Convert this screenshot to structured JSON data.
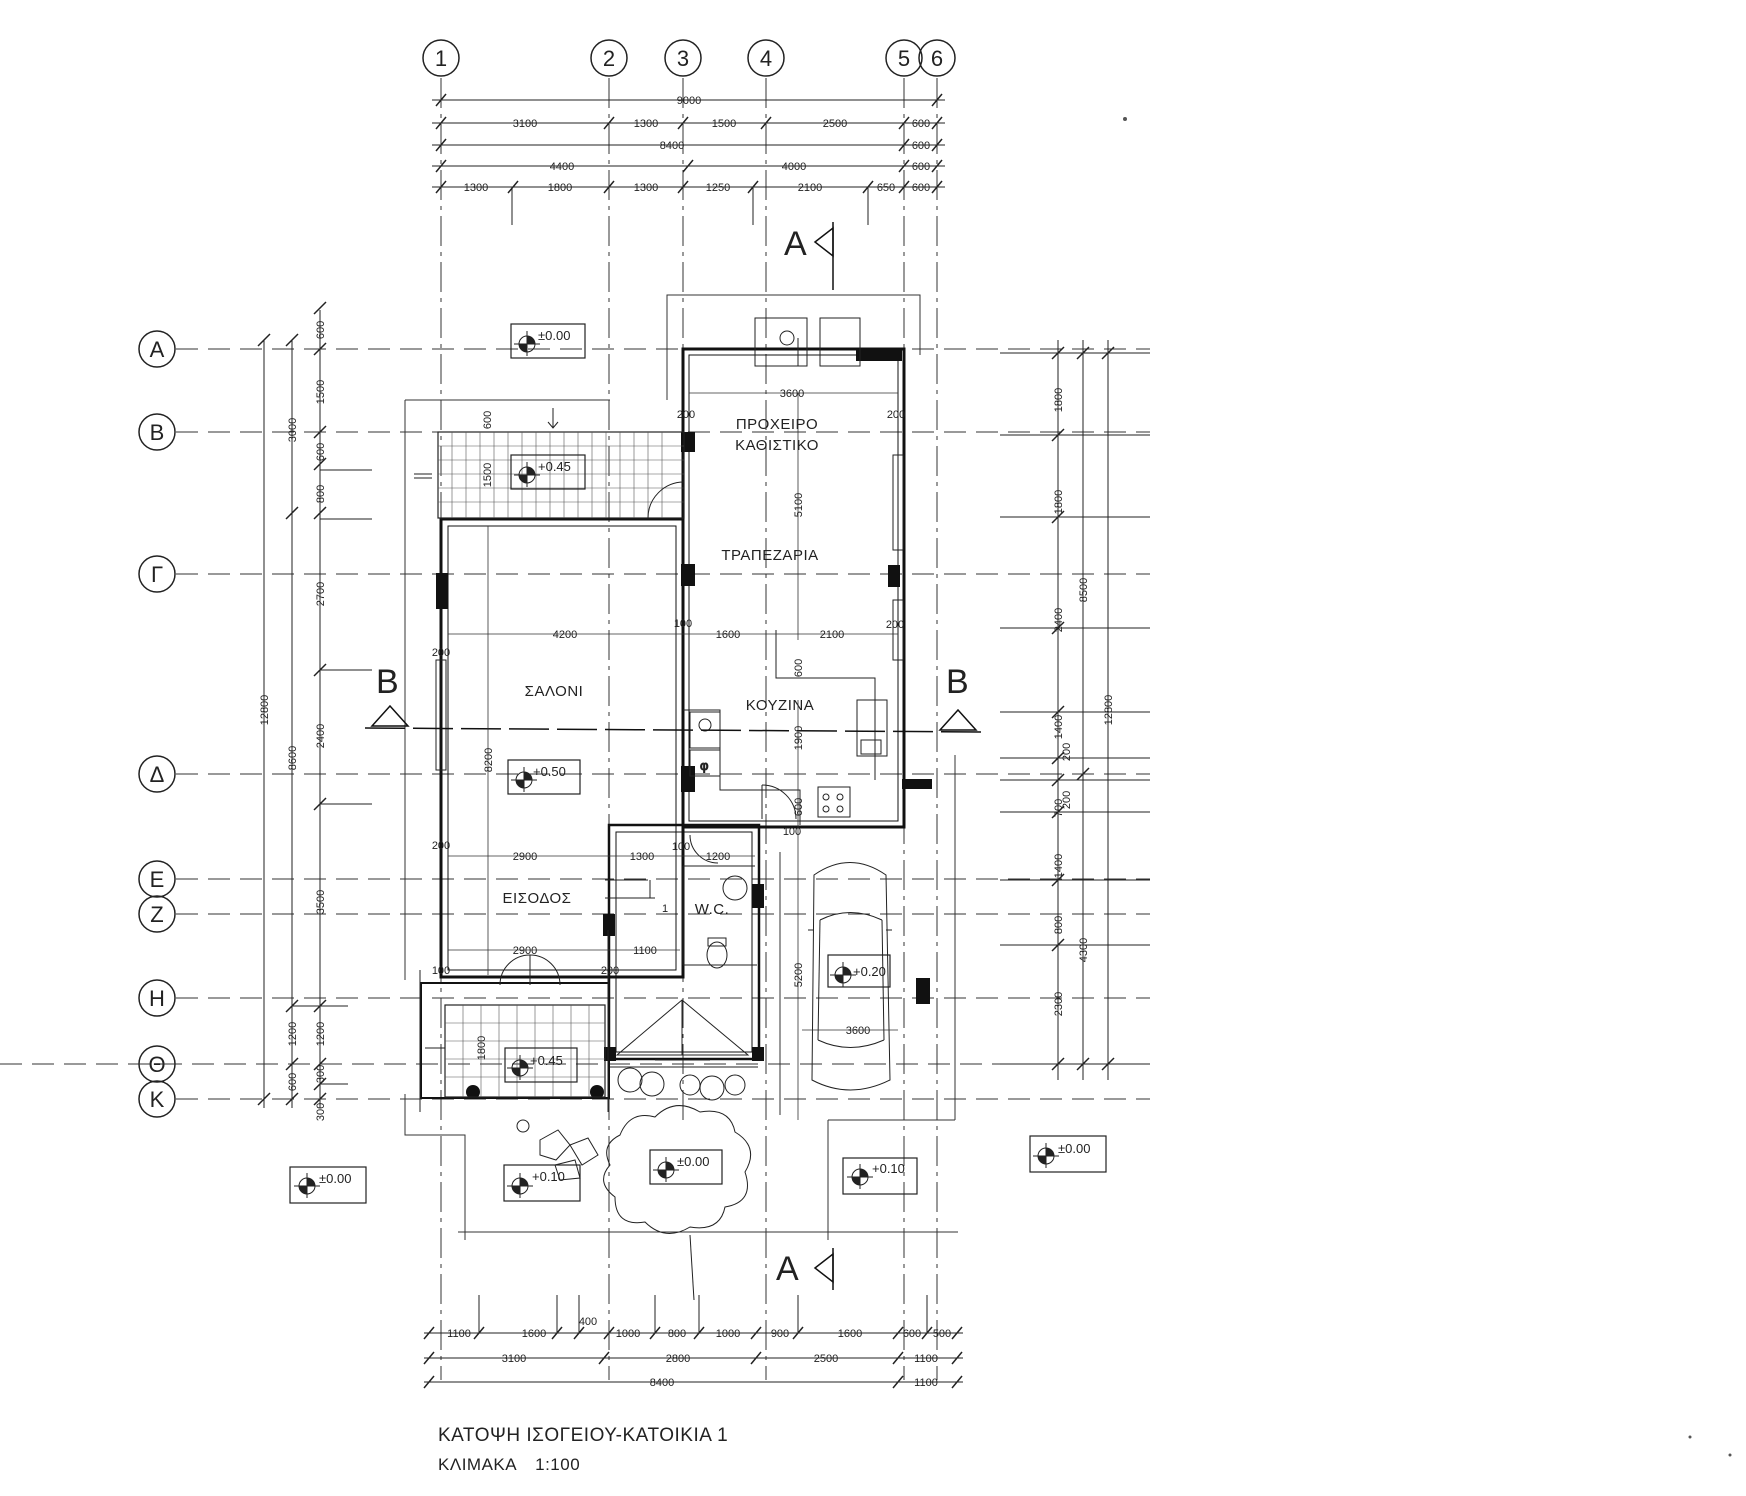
{
  "title": "ΚΑΤΟΨΗ ΙΣΟΓΕΙΟΥ-ΚΑΤΟΙΚΙΑ 1",
  "scale_label": "ΚΛΙΜΑΚΑ",
  "scale_value": "1:100",
  "grid_columns": [
    "1",
    "2",
    "3",
    "4",
    "5",
    "6"
  ],
  "grid_rows": [
    "Α",
    "Β",
    "Γ",
    "Δ",
    "Ε",
    "Ζ",
    "Η",
    "Θ",
    "Κ"
  ],
  "rooms": {
    "proxeiro": "ΠΡΟΧΕΙΡΟ",
    "kathistiko": "ΚΑΘΙΣΤΙΚΟ",
    "trapezaria": "ΤΡΑΠΕΖΑΡΙΑ",
    "saloni": "ΣΑΛΟΝΙ",
    "kouzina": "ΚΟΥΖΙΝΑ",
    "eisodos": "ΕΙΣΟΔΟΣ",
    "wc": "W.C."
  },
  "levels": {
    "l1": "±0.00",
    "l2": "+0.45",
    "l3": "+0.50",
    "l4": "+0.20",
    "l5": "+0.45",
    "l6": "+0.10",
    "l7": "±0.00",
    "l8": "+0.10",
    "l9": "±0.00",
    "l10": "±0.00"
  },
  "sections": {
    "a": "A",
    "b": "B"
  },
  "top_dims": {
    "row1": [
      "9000"
    ],
    "row2": [
      "3100",
      "1300",
      "1500",
      "2500",
      "600"
    ],
    "row3": [
      "8400",
      "600"
    ],
    "row4": [
      "4400",
      "4000",
      "600"
    ],
    "row5": [
      "1300",
      "1800",
      "1300",
      "1250",
      "2100",
      "650",
      "600"
    ]
  },
  "bottom_dims": {
    "row1": [
      "1100",
      "1600",
      "400",
      "1000",
      "800",
      "1000",
      "900",
      "1600",
      "600",
      "500"
    ],
    "row2": [
      "3100",
      "2800",
      "2500",
      "1100"
    ],
    "row3": [
      "8400",
      "1100"
    ]
  },
  "left_dims": {
    "total": "12800",
    "c2": [
      "3000",
      "8600",
      "1200",
      "600"
    ],
    "c3": [
      "600",
      "1500",
      "600",
      "800",
      "2700",
      "2400",
      "3500",
      "1200",
      "300",
      "300"
    ]
  },
  "right_dims": {
    "c1": [
      "1800",
      "1800",
      "2400",
      "1400",
      "200",
      "700",
      "200",
      "1400",
      "800",
      "2300"
    ],
    "c2": [
      "8500",
      "4300"
    ],
    "c3": [
      "12800"
    ]
  },
  "inner_dims": {
    "d3600": "3600",
    "d200a": "200",
    "d200b": "200",
    "d5100": "5100",
    "d4200": "4200",
    "d1600": "1600",
    "d2100": "2100",
    "d100a": "100",
    "d200c": "200",
    "d200d": "200",
    "d600a": "600",
    "d1900": "1900",
    "d8200": "8200",
    "d2900a": "2900",
    "d1300": "1300",
    "d100b": "100",
    "d1200": "1200",
    "d600b": "600",
    "d100c": "100",
    "d5200": "5200",
    "d2900b": "2900",
    "d1100": "1100",
    "d200e": "200",
    "d100d": "100",
    "d200f": "200",
    "d1800": "1800",
    "d3600b": "3600",
    "d1500": "1500",
    "d600c": "600",
    "d1": "1"
  }
}
